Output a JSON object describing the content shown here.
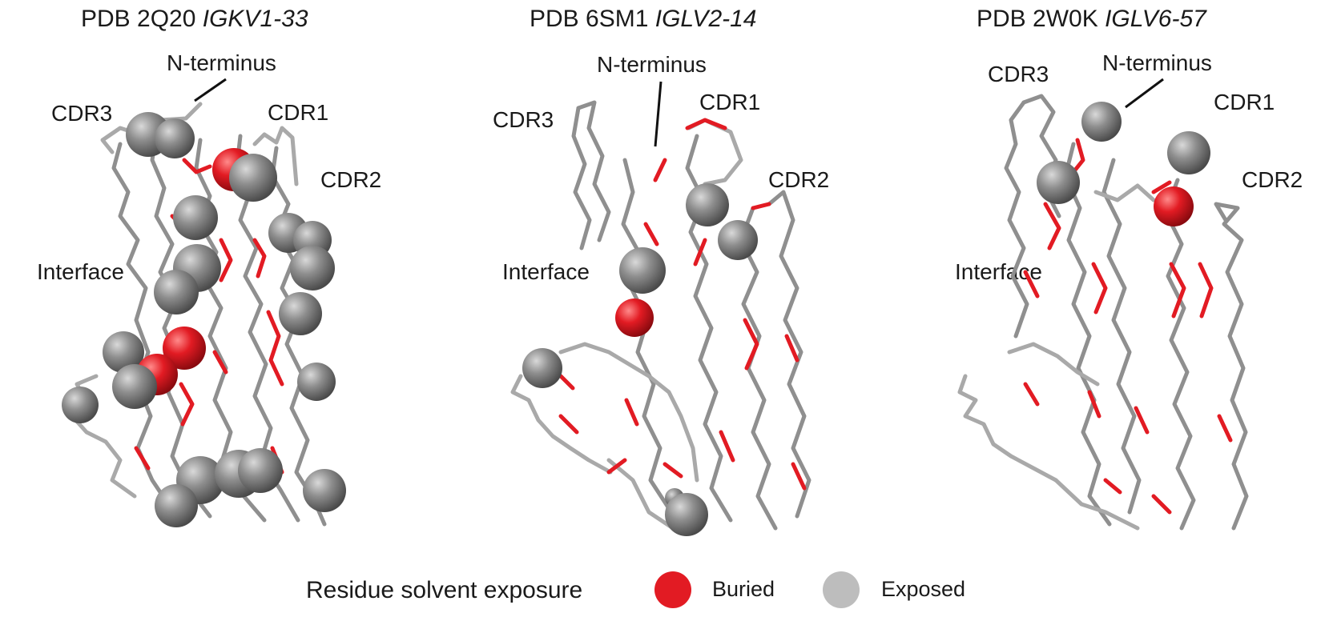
{
  "panels": [
    {
      "pdb": "PDB 2Q20",
      "gene": "IGKV1-33",
      "labels": {
        "n_terminus": "N-terminus",
        "cdr1": "CDR1",
        "cdr2": "CDR2",
        "cdr3": "CDR3",
        "interface": "Interface"
      }
    },
    {
      "pdb": "PDB 6SM1",
      "gene": "IGLV2-14",
      "labels": {
        "n_terminus": "N-terminus",
        "cdr1": "CDR1",
        "cdr2": "CDR2",
        "cdr3": "CDR3",
        "interface": "Interface"
      }
    },
    {
      "pdb": "PDB 2W0K",
      "gene": "IGLV6-57",
      "labels": {
        "n_terminus": "N-terminus",
        "cdr1": "CDR1",
        "cdr2": "CDR2",
        "cdr3": "CDR3",
        "interface": "Interface"
      }
    }
  ],
  "legend": {
    "title": "Residue solvent exposure",
    "items": [
      {
        "label": "Buried",
        "color": "#e21b23"
      },
      {
        "label": "Exposed",
        "color": "#bdbdbd"
      }
    ]
  },
  "colors": {
    "backbone": "#8f8f8f",
    "buried": "#e21b23",
    "exposed_sphere": "#8a8a8a"
  }
}
